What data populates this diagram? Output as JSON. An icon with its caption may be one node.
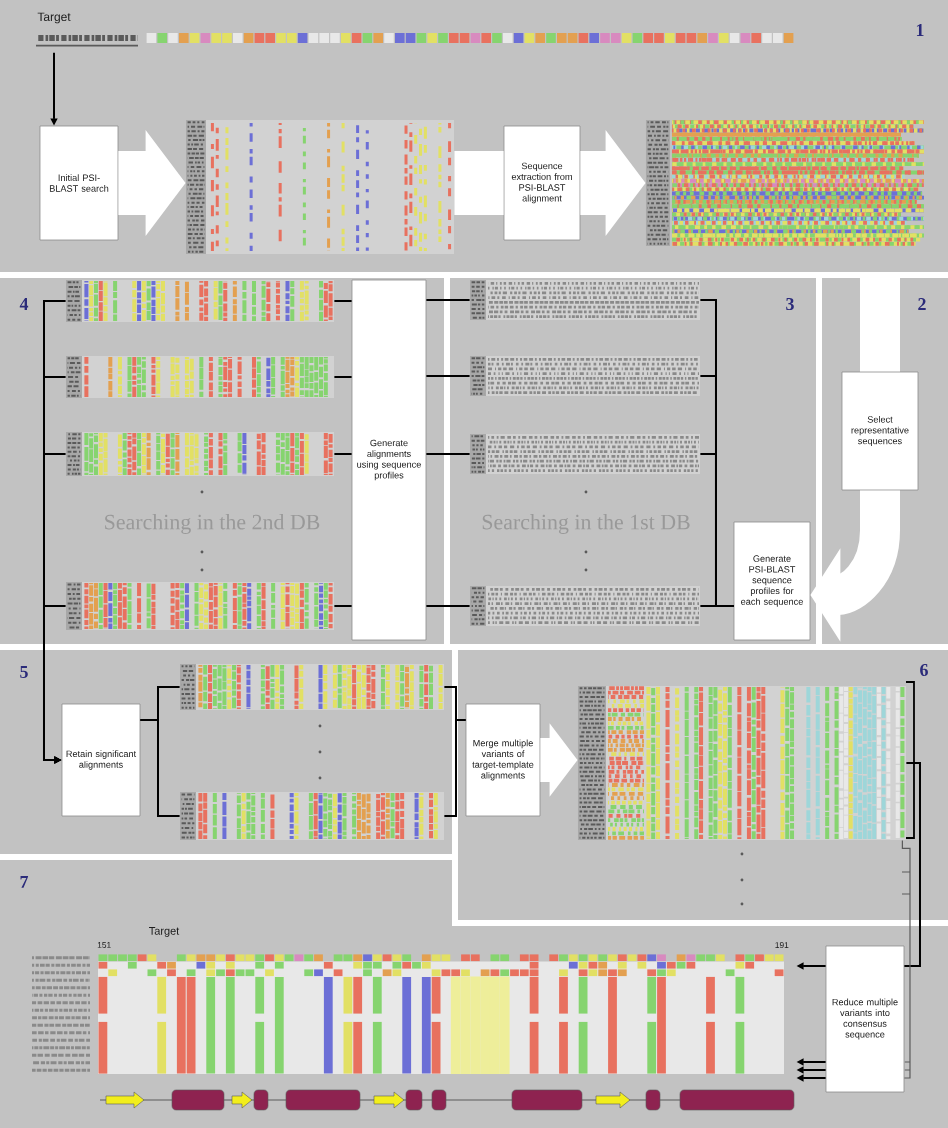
{
  "diagram": {
    "nodes": [
      {
        "text": [
          "1"
        ]
      },
      {
        "text": [
          "Target"
        ],
        "in": 0
      },
      {
        "text": [
          "Initial PSI-BLAST search"
        ],
        "in": 0
      },
      {
        "text": [],
        "shape": "picture",
        "in": 0
      },
      {
        "text": [
          "Sequence extraction from PSI-BLAST alignment"
        ],
        "in": 0
      },
      {
        "text": [],
        "shape": "picture",
        "in": 0
      },
      {
        "text": [
          "4",
          "Searching in the 2nd DB"
        ]
      },
      {
        "text": [],
        "shape": "picture",
        "in": 6
      },
      {
        "text": [],
        "shape": "picture",
        "in": 6
      },
      {
        "text": [],
        "shape": "picture",
        "in": 6
      },
      {
        "text": [],
        "shape": "picture",
        "in": 6
      },
      {
        "text": [
          "Generate alignments using sequence profiles"
        ],
        "in": 6
      },
      {
        "text": [
          "3",
          "Searching in the 1st DB"
        ]
      },
      {
        "text": [],
        "shape": "picture",
        "in": 12
      },
      {
        "text": [],
        "shape": "picture",
        "in": 12
      },
      {
        "text": [],
        "shape": "picture",
        "in": 12
      },
      {
        "text": [],
        "shape": "picture",
        "in": 12
      },
      {
        "text": [
          "Generate PSI-BLAST sequence profiles for each sequence"
        ],
        "in": 12
      },
      {
        "text": [
          "2"
        ]
      },
      {
        "text": [
          "Select representative sequences"
        ],
        "in": 18
      },
      {
        "text": [
          "5"
        ]
      },
      {
        "text": [
          "Retain significant alignments"
        ],
        "in": 20
      },
      {
        "text": [],
        "shape": "picture",
        "in": 20
      },
      {
        "text": [],
        "shape": "picture",
        "in": 20
      },
      {
        "text": [
          "6"
        ]
      },
      {
        "text": [
          "Merge multiple variants of target-template alignments"
        ],
        "in": 24
      },
      {
        "text": [],
        "shape": "picture",
        "in": 24
      },
      {
        "text": [
          "7"
        ]
      },
      {
        "text": [],
        "shape": "picture",
        "in": 27
      },
      {
        "text": [
          "Reduce multiple variants into consensus sequence"
        ],
        "in": 27
      }
    ],
    "edges": [
      {
        "from": 1,
        "to": 2,
        "arrow": "to"
      },
      {
        "from": 2,
        "to": 3,
        "arrow": "to",
        "style": "thick",
        "color": "#ffffff"
      },
      {
        "from": 3,
        "to": 4,
        "arrow": "none",
        "style": "thick",
        "color": "#ffffff"
      },
      {
        "from": 4,
        "to": 5,
        "arrow": "to",
        "style": "thick",
        "color": "#ffffff"
      },
      {
        "from": 19,
        "to": 17,
        "arrow": "to",
        "style": "thick",
        "color": "#ffffff"
      },
      {
        "from": 17,
        "to": 13,
        "arrow": "none"
      },
      {
        "from": 17,
        "to": 14,
        "arrow": "none"
      },
      {
        "from": 17,
        "to": 15,
        "arrow": "none"
      },
      {
        "from": 17,
        "to": 16,
        "arrow": "none"
      },
      {
        "from": 11,
        "to": 13,
        "arrow": "none"
      },
      {
        "from": 11,
        "to": 14,
        "arrow": "none"
      },
      {
        "from": 11,
        "to": 15,
        "arrow": "none"
      },
      {
        "from": 11,
        "to": 16,
        "arrow": "none"
      },
      {
        "from": 11,
        "to": 7,
        "arrow": "none"
      },
      {
        "from": 11,
        "to": 8,
        "arrow": "none"
      },
      {
        "from": 11,
        "to": 9,
        "arrow": "none"
      },
      {
        "from": 11,
        "to": 10,
        "arrow": "none"
      },
      {
        "from": 7,
        "to": 21,
        "arrow": "to"
      },
      {
        "from": 8,
        "to": 21,
        "arrow": "to"
      },
      {
        "from": 9,
        "to": 21,
        "arrow": "to"
      },
      {
        "from": 10,
        "to": 21,
        "arrow": "to"
      },
      {
        "from": 21,
        "to": 22,
        "arrow": "none"
      },
      {
        "from": 21,
        "to": 23,
        "arrow": "none"
      },
      {
        "from": 22,
        "to": 25,
        "arrow": "none"
      },
      {
        "from": 23,
        "to": 25,
        "arrow": "none"
      },
      {
        "from": 25,
        "to": 26,
        "arrow": "to",
        "style": "thick",
        "color": "#ffffff"
      },
      {
        "from": 26,
        "to": 29,
        "arrow": "none"
      },
      {
        "from": 29,
        "to": 28,
        "arrow": "to"
      },
      {
        "from": 29,
        "to": 28,
        "arrow": "to"
      },
      {
        "from": 29,
        "to": 28,
        "arrow": "to"
      },
      {
        "from": 29,
        "to": 28,
        "arrow": "to"
      },
      {
        "from": 26,
        "to": 29,
        "arrow": "none",
        "color": "#5a5a5a"
      }
    ],
    "labels": [
      "Target",
      "151",
      "191"
    ]
  }
}
